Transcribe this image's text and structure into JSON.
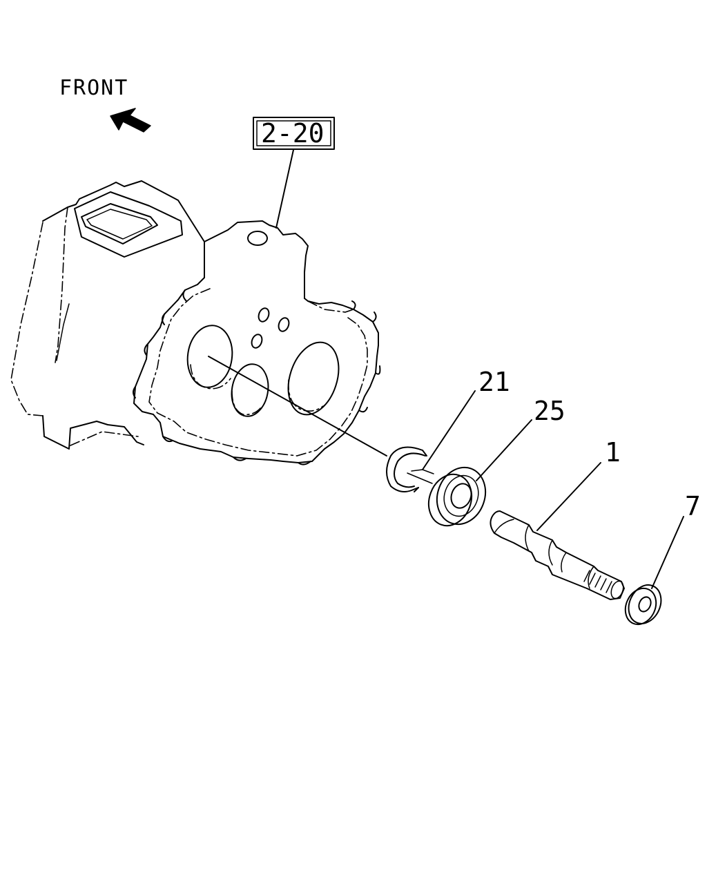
{
  "orientation": {
    "label": "FRONT",
    "arrow_icon": "arrow-up-left"
  },
  "reference": {
    "label": "2-20"
  },
  "callouts": [
    {
      "id": "21",
      "label": "21",
      "part": "snap-ring"
    },
    {
      "id": "25",
      "label": "25",
      "part": "bearing"
    },
    {
      "id": "1",
      "label": "1",
      "part": "shaft"
    },
    {
      "id": "7",
      "label": "7",
      "part": "washer"
    }
  ],
  "colors": {
    "line": "#000000",
    "background": "#ffffff"
  }
}
